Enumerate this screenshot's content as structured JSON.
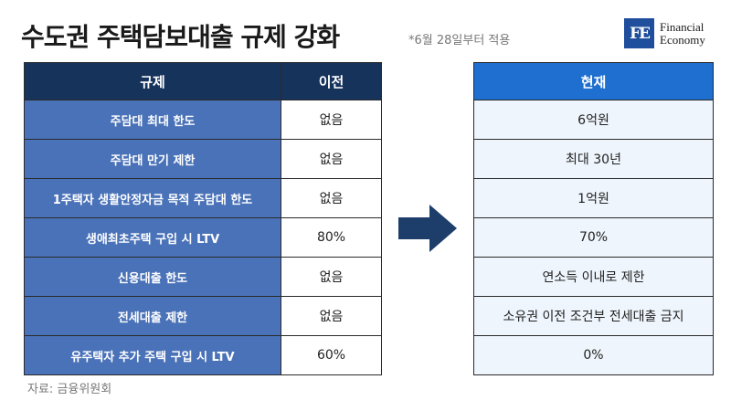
{
  "header": {
    "title": "수도권 주택담보대출 규제 강화",
    "subtitle": "*6월 28일부터 적용"
  },
  "logo": {
    "mark": "FE",
    "line1": "Financial",
    "line2": "Economy"
  },
  "table": {
    "headers": {
      "rule": "규제",
      "before": "이전",
      "now": "현재"
    },
    "rows": [
      {
        "rule": "주담대 최대 한도",
        "before": "없음",
        "now": "6억원"
      },
      {
        "rule": "주담대 만기 제한",
        "before": "없음",
        "now": "최대 30년"
      },
      {
        "rule": "1주택자 생활안정자금 목적 주담대 한도",
        "before": "없음",
        "now": "1억원"
      },
      {
        "rule": "생애최초주택 구입 시 LTV",
        "before": "80%",
        "now": "70%"
      },
      {
        "rule": "신용대출 한도",
        "before": "없음",
        "now": "연소득 이내로 제한"
      },
      {
        "rule": "전세대출 제한",
        "before": "없음",
        "now": "소유권 이전 조건부 전세대출 금지"
      },
      {
        "rule": "유주택자 추가 주택 구입 시 LTV",
        "before": "60%",
        "now": "0%"
      }
    ]
  },
  "footer": {
    "source": "자료: 금융위원회"
  },
  "colors": {
    "header_dark": "#16335c",
    "header_blue": "#1e6fcf",
    "label_bg": "#4a72b8",
    "now_bg": "#eef5fc",
    "arrow": "#1d3d6b"
  },
  "icons": {
    "arrow": "right-arrow-icon"
  }
}
